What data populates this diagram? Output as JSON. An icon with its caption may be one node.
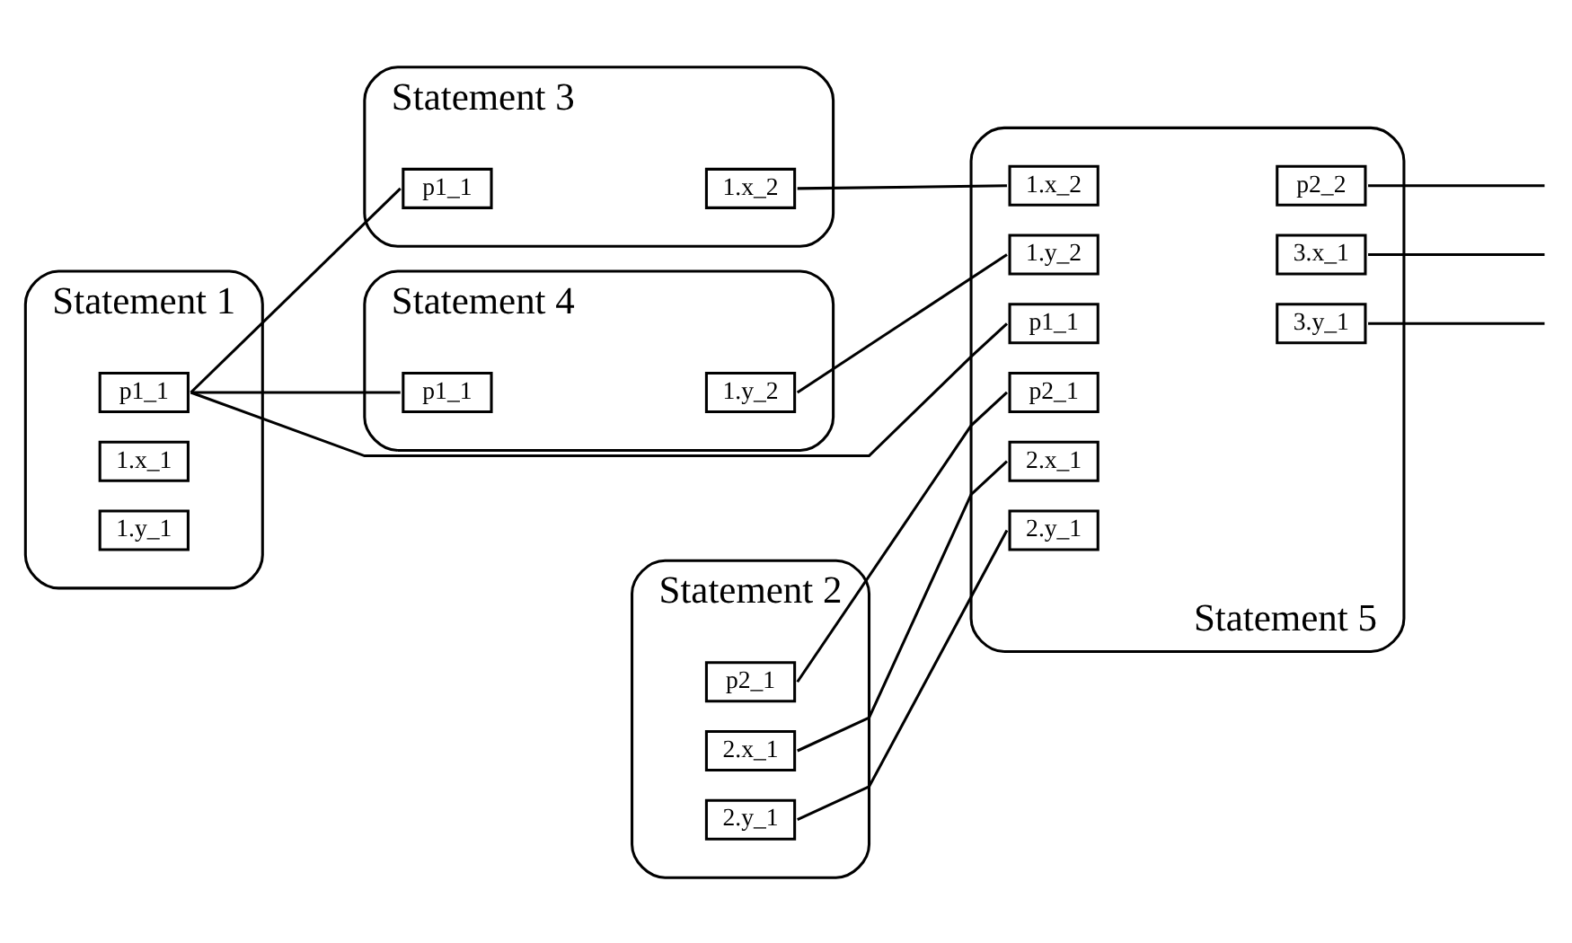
{
  "diagram": {
    "nodes": [
      {
        "text": [
          "Statement 1"
        ]
      },
      {
        "text": [
          "p1_1"
        ],
        "in": 0
      },
      {
        "text": [
          "1.x_1"
        ],
        "in": 0
      },
      {
        "text": [
          "1.y_1"
        ],
        "in": 0
      },
      {
        "text": [
          "Statement 3"
        ]
      },
      {
        "text": [
          "p1_1"
        ],
        "in": 4
      },
      {
        "text": [
          "1.x_2"
        ],
        "in": 4
      },
      {
        "text": [
          "Statement 4"
        ]
      },
      {
        "text": [
          "p1_1"
        ],
        "in": 7
      },
      {
        "text": [
          "1.y_2"
        ],
        "in": 7
      },
      {
        "text": [
          "Statement 2"
        ]
      },
      {
        "text": [
          "p2_1"
        ],
        "in": 10
      },
      {
        "text": [
          "2.x_1"
        ],
        "in": 10
      },
      {
        "text": [
          "2.y_1"
        ],
        "in": 10
      },
      {
        "text": [
          "Statement 5"
        ]
      },
      {
        "text": [
          "1.x_2"
        ],
        "in": 14
      },
      {
        "text": [
          "1.y_2"
        ],
        "in": 14
      },
      {
        "text": [
          "p1_1"
        ],
        "in": 14
      },
      {
        "text": [
          "p2_1"
        ],
        "in": 14
      },
      {
        "text": [
          "2.x_1"
        ],
        "in": 14
      },
      {
        "text": [
          "2.y_1"
        ],
        "in": 14
      },
      {
        "text": [
          "p2_2"
        ],
        "in": 14
      },
      {
        "text": [
          "3.x_1"
        ],
        "in": 14
      },
      {
        "text": [
          "3.y_1"
        ],
        "in": 14
      }
    ],
    "edges": [
      {
        "from": 1,
        "to": 5,
        "arrow": "none"
      },
      {
        "from": 1,
        "to": 8,
        "arrow": "none"
      },
      {
        "from": 1,
        "to": 17,
        "arrow": "none"
      },
      {
        "from": 6,
        "to": 15,
        "arrow": "none"
      },
      {
        "from": 9,
        "to": 16,
        "arrow": "none"
      },
      {
        "from": 11,
        "to": 18,
        "arrow": "none"
      },
      {
        "from": 12,
        "to": 19,
        "arrow": "none"
      },
      {
        "from": 13,
        "to": 20,
        "arrow": "none"
      },
      {
        "from": 21,
        "to": null,
        "arrow": "none"
      },
      {
        "from": 22,
        "to": null,
        "arrow": "none"
      },
      {
        "from": 23,
        "to": null,
        "arrow": "none"
      }
    ]
  }
}
